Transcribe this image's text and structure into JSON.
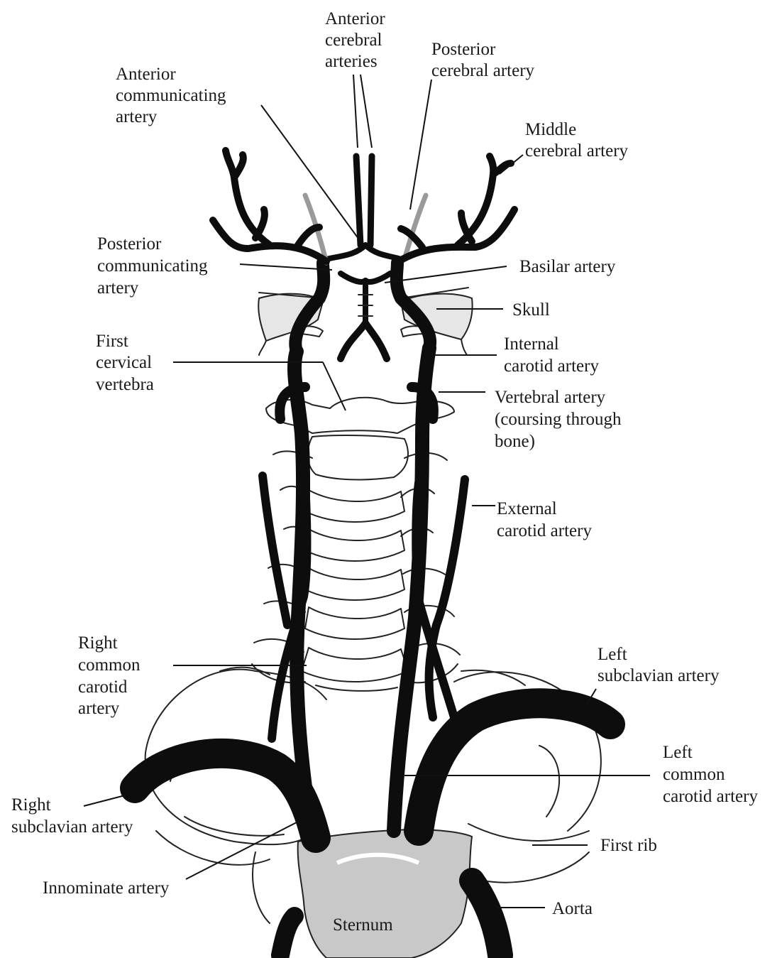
{
  "labels": {
    "anterior_cerebral_arteries": [
      "Anterior",
      "cerebral",
      "arteries"
    ],
    "posterior_cerebral_artery": [
      "Posterior",
      "cerebral artery"
    ],
    "anterior_communicating_artery": [
      "Anterior",
      "communicating",
      "artery"
    ],
    "middle_cerebral_artery": [
      "Middle",
      "cerebral artery"
    ],
    "posterior_communicating_artery": [
      "Posterior",
      "communicating",
      "artery"
    ],
    "basilar_artery": [
      "Basilar artery"
    ],
    "skull": [
      "Skull"
    ],
    "first_cervical_vertebra": [
      "First",
      "cervical",
      "vertebra"
    ],
    "internal_carotid_artery": [
      "Internal",
      "carotid artery"
    ],
    "vertebral_artery": [
      "Vertebral artery",
      "(coursing through",
      "bone)"
    ],
    "external_carotid_artery": [
      "External",
      "carotid artery"
    ],
    "right_common_carotid_artery": [
      "Right",
      "common",
      "carotid",
      "artery"
    ],
    "left_subclavian_artery": [
      "Left",
      "subclavian artery"
    ],
    "left_common_carotid_artery": [
      "Left",
      "common",
      "carotid artery"
    ],
    "right_subclavian_artery": [
      "Right",
      "subclavian artery"
    ],
    "first_rib": [
      "First rib"
    ],
    "innominate_artery": [
      "Innominate artery"
    ],
    "aorta": [
      "Aorta"
    ],
    "sternum": [
      "Sternum"
    ]
  },
  "colors": {
    "artery": "#0d0d0d",
    "bone_outline": "#222222",
    "sternum_fill": "#c8c8c8",
    "skull_fill": "#e6e6e6",
    "background": "#ffffff"
  }
}
